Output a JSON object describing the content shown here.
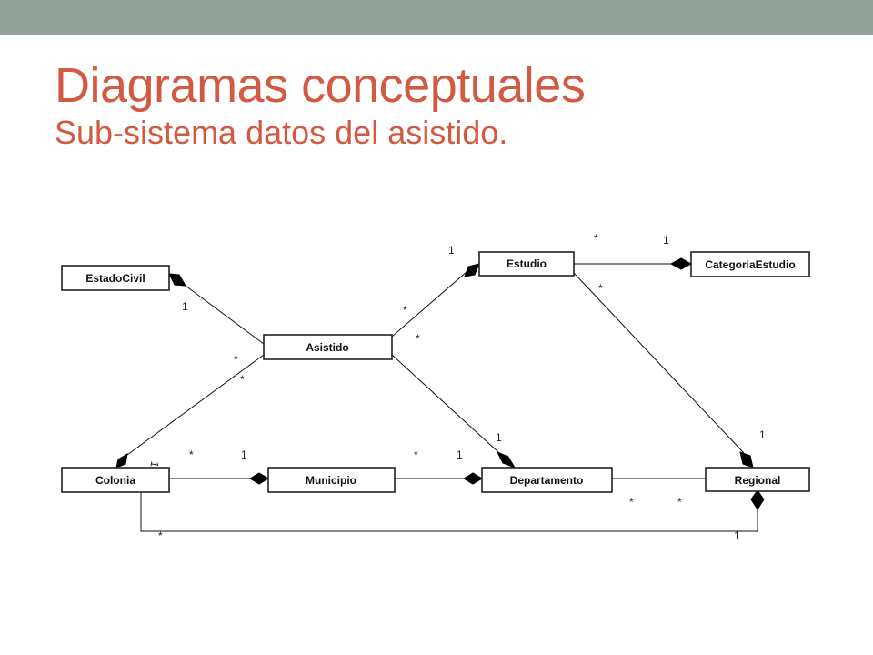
{
  "header": {
    "title": "Diagramas conceptuales",
    "subtitle": "Sub-sistema datos del asistido."
  },
  "colors": {
    "accent": "#d35a42",
    "top_bar": "#94a39a"
  },
  "diagram": {
    "classes": {
      "estadocivil": "EstadoCivil",
      "asistido": "Asistido",
      "estudio": "Estudio",
      "categoria": "CategoriaEstudio",
      "colonia": "Colonia",
      "municipio": "Municipio",
      "departamento": "Departamento",
      "regional": "Regional"
    },
    "multiplicities": {
      "estadocivil_one": "1",
      "asistido_estadocivil_star": "*",
      "estudio_one": "1",
      "asistido_estudio_star": "*",
      "estudio_cat_star": "*",
      "categoria_one": "1",
      "estudio_regional_star": "*",
      "asistido_colonia_star": "*",
      "colonia_asistido_star": "*",
      "departamento_asistido_one": "1",
      "regional_estudio_one": "1",
      "colonia_municipio_star": "*",
      "municipio_colonia_one": "1",
      "municipio_depto_star": "*",
      "departamento_municipio_one": "1",
      "colonia_one_rotated": "1",
      "depto_regional_star": "*",
      "regional_depto_star": "*",
      "colonia_regional_star": "*",
      "regional_colonia_one": "1"
    }
  }
}
